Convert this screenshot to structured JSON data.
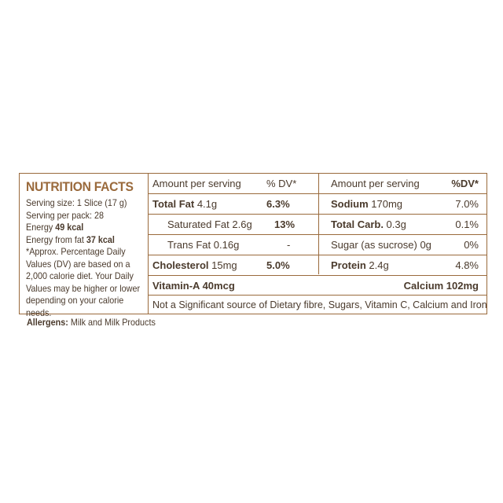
{
  "title": "NUTRITION FACTS",
  "left": {
    "serving_size": "Serving size: 1 Slice (17 g)",
    "serving_per_pack": "Serving per pack: 28",
    "energy_label": "Energy ",
    "energy_value": "49 kcal",
    "energy_fat_label": "Energy from fat ",
    "energy_fat_value": "37 kcal",
    "note": "*Approx. Percentage Daily Values (DV) are based on a 2,000 calorie diet. Your Daily Values may be higher or lower depending on your calorie needs."
  },
  "header": {
    "amount1": "Amount per serving",
    "dv1": "% DV*",
    "amount2": "Amount per serving",
    "dv2": "%DV*"
  },
  "rows": [
    {
      "n1": "Total Fat",
      "a1": " 4.1g",
      "d1": "6.3%",
      "n2": "Sodium",
      "a2": " 170mg",
      "d2": "7.0%"
    },
    {
      "n1": "Saturated Fat",
      "a1": " 2.6g",
      "d1": "13%",
      "n2": "Total Carb.",
      "a2": " 0.3g",
      "d2": "0.1%"
    },
    {
      "n1": "Trans Fat",
      "a1": " 0.16g",
      "d1": "-",
      "n2": "Sugar (as sucrose)",
      "a2": " 0g",
      "d2": "0%"
    },
    {
      "n1": "Cholesterol",
      "a1": " 15mg",
      "d1": "5.0%",
      "n2": "Protein",
      "a2": " 2.4g",
      "d2": "4.8%"
    }
  ],
  "vitamin_a": "Vitamin-A 40mcg",
  "calcium": "Calcium 102mg",
  "footnote": "Not a Significant source of Dietary fibre, Sugars, Vitamin C, Calcium and Iron",
  "allergens_label": "Allergens:",
  "allergens_value": " Milk and Milk Products",
  "colors": {
    "brand": "#9a6a3c",
    "text": "#4a3a2c"
  }
}
